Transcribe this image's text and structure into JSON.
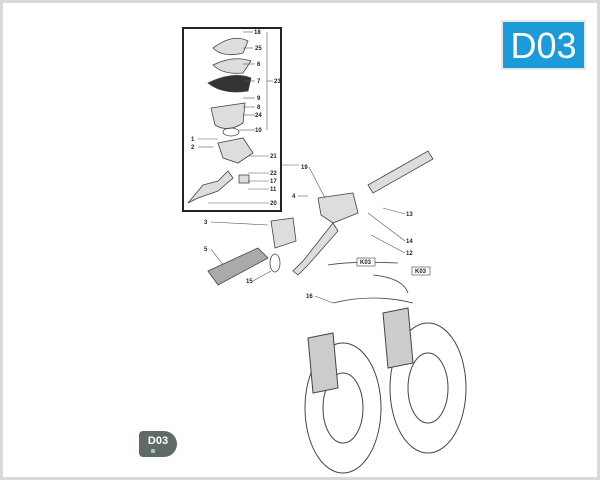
{
  "badge": {
    "code": "D03",
    "color": "#1b9bd7"
  },
  "small_badge": {
    "code": "D03",
    "color": "#5f6b68"
  },
  "callouts": {
    "inset": [
      "18",
      "25",
      "6",
      "7",
      "23",
      "9",
      "8",
      "24",
      "10",
      "1",
      "2",
      "21",
      "22",
      "17",
      "11",
      "20"
    ],
    "main": [
      "19",
      "4",
      "3",
      "5",
      "15",
      "13",
      "14",
      "12",
      "K03",
      "K03",
      "16"
    ]
  }
}
